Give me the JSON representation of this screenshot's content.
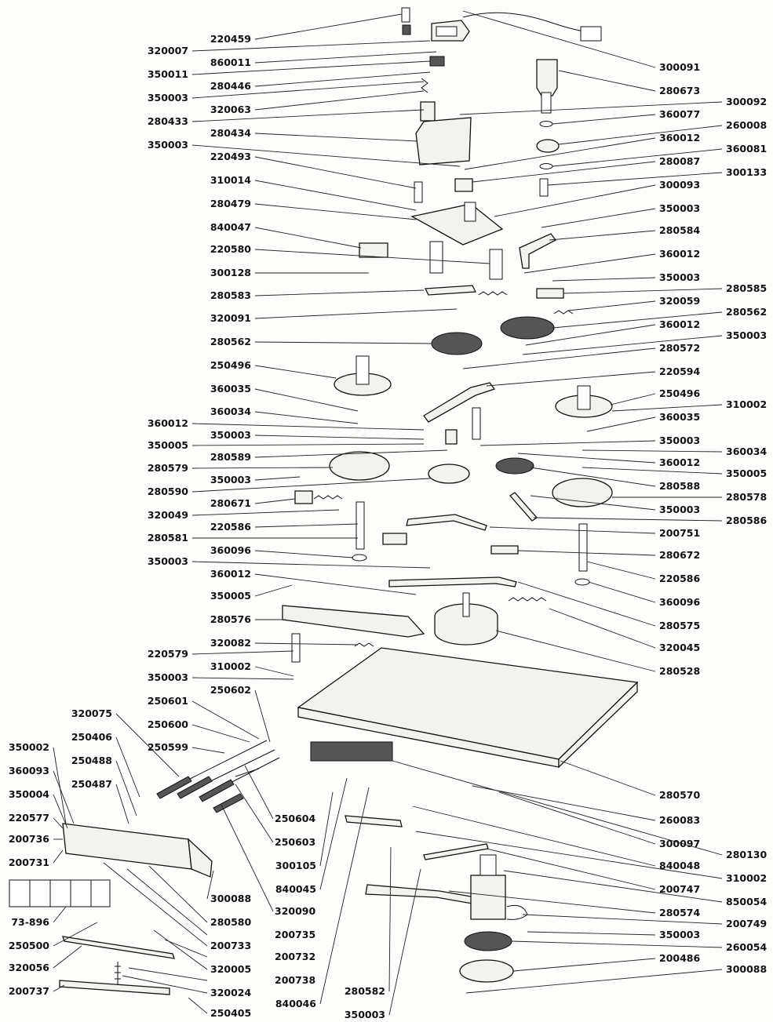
{
  "labels": [
    "220459",
    "320007",
    "860011",
    "350011",
    "280446",
    "350003",
    "320063",
    "280433",
    "280434",
    "350003",
    "220493",
    "310014",
    "280479",
    "840047",
    "220580",
    "300128",
    "280583",
    "320091",
    "280562",
    "250496",
    "360035",
    "360034",
    "360012",
    "350003",
    "350005",
    "280589",
    "280579",
    "350003",
    "280590",
    "280671",
    "320049",
    "220586",
    "280581",
    "360096",
    "350003",
    "360012",
    "350005",
    "280576",
    "320082",
    "220579",
    "310002",
    "350003",
    "250602",
    "250601",
    "320075",
    "250600",
    "250406",
    "250599",
    "350002",
    "250488",
    "360093",
    "250487",
    "350004",
    "220577",
    "200736",
    "200731",
    "73-896",
    "250500",
    "320056",
    "200737",
    "300091",
    "280673",
    "300092",
    "360077",
    "260008",
    "360012",
    "360081",
    "280087",
    "300133",
    "300093",
    "350003",
    "280584",
    "360012",
    "350003",
    "280585",
    "320059",
    "280562",
    "360012",
    "350003",
    "280572",
    "220594",
    "250496",
    "310002",
    "360035",
    "350003",
    "360034",
    "360012",
    "350005",
    "280588",
    "280578",
    "350003",
    "280586",
    "200751",
    "280672",
    "220586",
    "360096",
    "280575",
    "320045",
    "280528",
    "280570",
    "260083",
    "300097",
    "280130",
    "840048",
    "310002",
    "200747",
    "850054",
    "280574",
    "200749",
    "350003",
    "260054",
    "200486",
    "300088",
    "250604",
    "250603",
    "300105",
    "840045",
    "320090",
    "840046",
    "280582",
    "350003",
    "300088",
    "280580",
    "200735",
    "200733",
    "200732",
    "320005",
    "200738",
    "320024",
    "250405"
  ]
}
